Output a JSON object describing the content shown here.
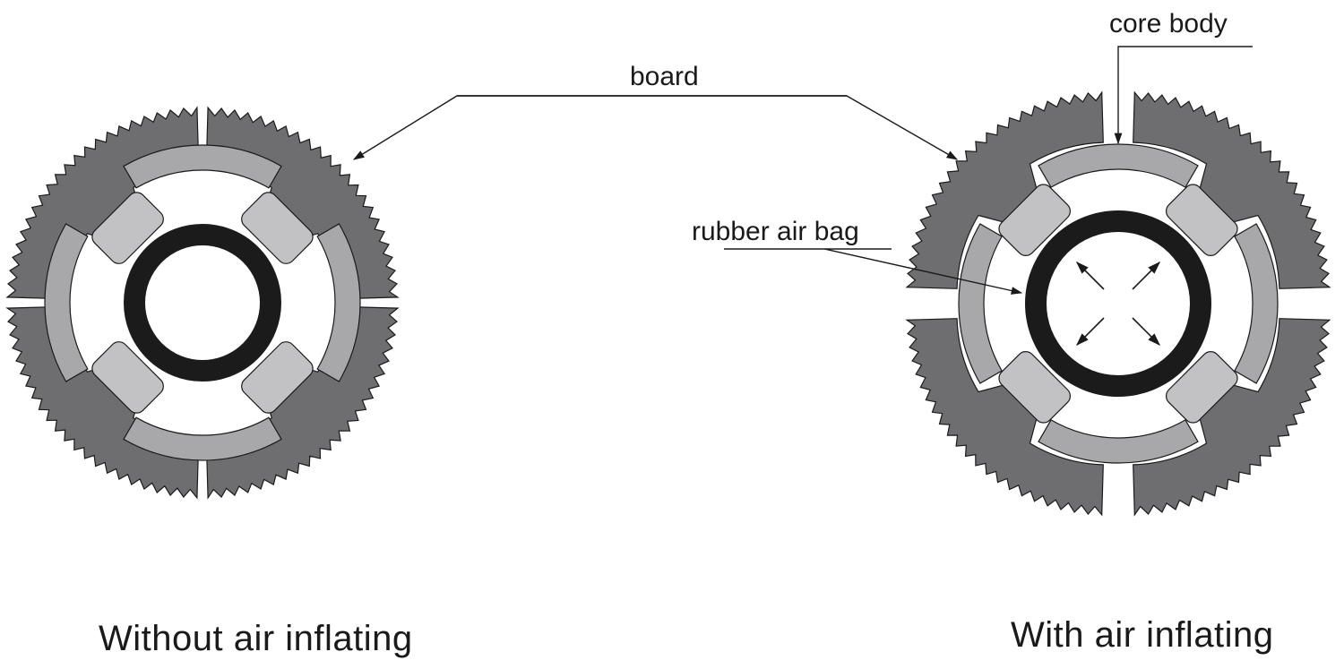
{
  "labels": {
    "board": "board",
    "core_body": "core body",
    "rubber_air_bag": "rubber air bag"
  },
  "captions": {
    "left": "Without air inflating",
    "right": "With air inflating"
  },
  "colors": {
    "board": "#6e6e70",
    "core_body": "#a8a8aa",
    "block": "#c2c2c4",
    "air_bag": "#1b1b1b",
    "outline": "#1a1a1a",
    "background": "#ffffff"
  }
}
